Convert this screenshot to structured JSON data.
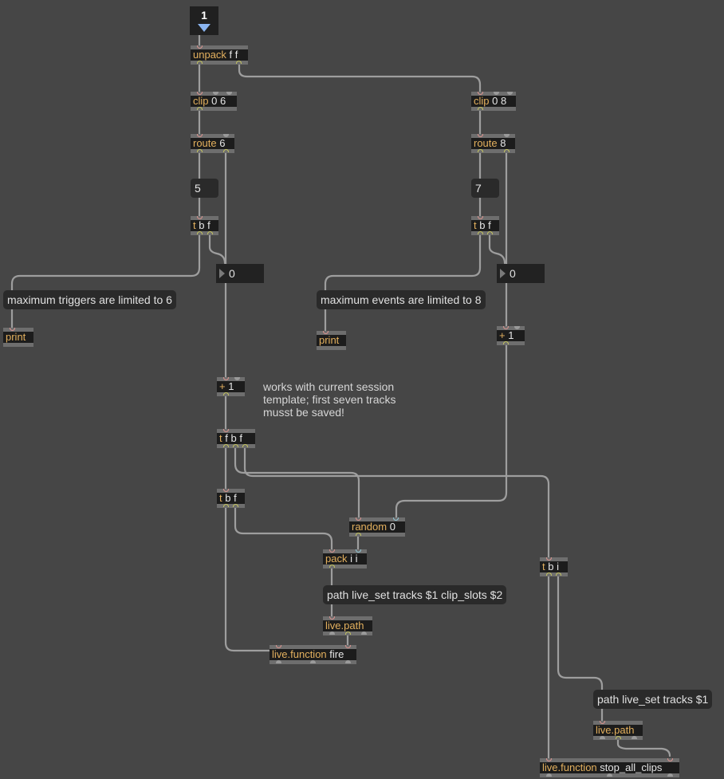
{
  "patch": {
    "tab_object": {
      "value": "1",
      "icon": "dropdown-triangle-icon"
    },
    "objects": {
      "unpack": {
        "cls": "unpack",
        "args": "f f"
      },
      "clip06": {
        "cls": "clip",
        "args": "0 6"
      },
      "route6": {
        "cls": "route",
        "args": "6"
      },
      "int5": {
        "value": "5"
      },
      "tbf1": {
        "cls": "t",
        "args": "b f"
      },
      "num1": {
        "value": "0"
      },
      "print1": {
        "cls": "print",
        "args": ""
      },
      "clip08": {
        "cls": "clip",
        "args": "0 8"
      },
      "route8": {
        "cls": "route",
        "args": "8"
      },
      "int7": {
        "value": "7"
      },
      "tbf2": {
        "cls": "t",
        "args": "b f"
      },
      "num2": {
        "value": "0"
      },
      "print2": {
        "cls": "print",
        "args": ""
      },
      "plus1b": {
        "cls": "+",
        "args": "1"
      },
      "plus1a": {
        "cls": "+",
        "args": "1"
      },
      "tfbf": {
        "cls": "t",
        "args": "f b f"
      },
      "tbf3": {
        "cls": "t",
        "args": "b f"
      },
      "random": {
        "cls": "random",
        "args": "0"
      },
      "pack": {
        "cls": "pack",
        "args": "i i"
      },
      "livepath1": {
        "cls": "live.path",
        "args": ""
      },
      "livefunc1": {
        "cls": "live.function",
        "args": "fire"
      },
      "tbi": {
        "cls": "t",
        "args": "b i"
      },
      "livepath2": {
        "cls": "live.path",
        "args": ""
      },
      "livefunc2": {
        "cls": "live.function",
        "args": "stop_all_clips"
      }
    },
    "messages": {
      "max_triggers": "maximum triggers are limited to 6",
      "max_events": "maximum events are limited to 8",
      "path_clip_slots": "path live_set tracks $1 clip_slots $2",
      "path_tracks": "path live_set tracks $1"
    },
    "comment": "works with current session\ntemplate; first seven tracks\nmusst be saved!",
    "colors": {
      "background": "#464646",
      "object_class": "#e3b05e",
      "hot_inlet": "#d9938e",
      "cold_inlet": "#8fc3d2",
      "outlet": "#c5c55e",
      "patch_cord": "#9e9e9e"
    }
  }
}
